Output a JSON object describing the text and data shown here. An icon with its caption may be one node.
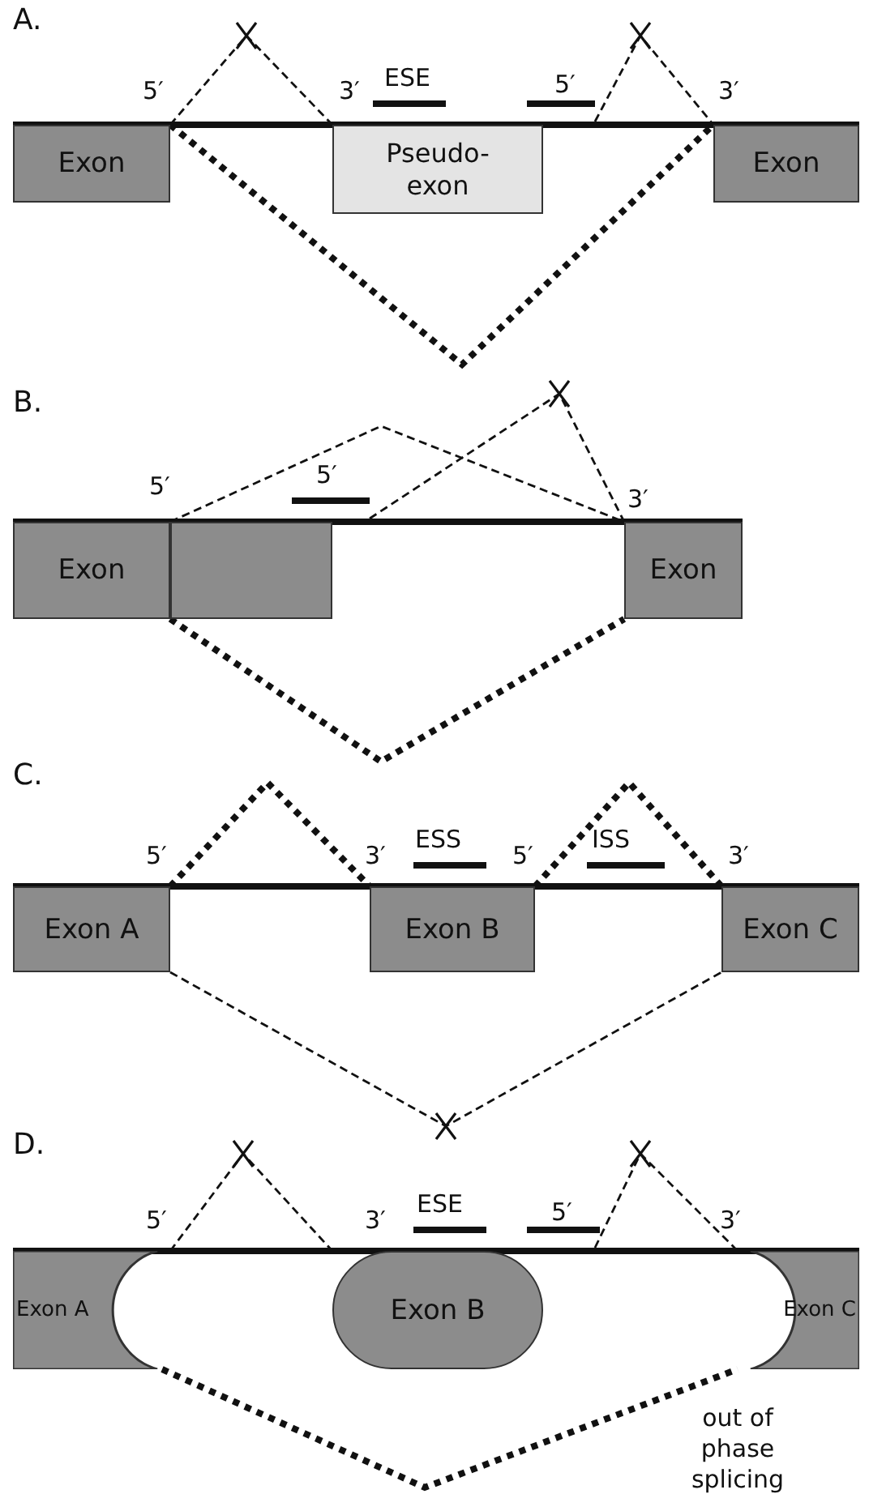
{
  "diagram": {
    "nodes": [
      {
        "text": [
          "Exon"
        ]
      },
      {
        "text": [
          "Pseudo-exon"
        ]
      },
      {
        "text": [
          "Exon"
        ]
      },
      {
        "text": [
          "Exon"
        ]
      },
      {
        "text": [],
        "shape": "box"
      },
      {
        "text": [
          "Exon"
        ]
      },
      {
        "text": [
          "Exon A"
        ]
      },
      {
        "text": [
          "Exon B"
        ]
      },
      {
        "text": [
          "Exon C"
        ]
      },
      {
        "text": [
          "Exon A"
        ]
      },
      {
        "text": [
          "Exon B"
        ]
      },
      {
        "text": [
          "Exon C"
        ]
      }
    ],
    "edges": [
      {
        "from": 0,
        "to": 1,
        "arrow": "none",
        "style": "dashed"
      },
      {
        "from": null,
        "to": 2,
        "arrow": "none",
        "style": "dashed"
      },
      {
        "from": 0,
        "to": 2,
        "arrow": "none",
        "style": "dashed"
      },
      {
        "from": 3,
        "to": 5,
        "arrow": "none",
        "style": "dashed"
      },
      {
        "from": null,
        "to": 5,
        "arrow": "none",
        "style": "dashed"
      },
      {
        "from": 4,
        "to": 5,
        "arrow": "none",
        "style": "dashed"
      },
      {
        "from": 6,
        "to": 7,
        "arrow": "none",
        "style": "dashed"
      },
      {
        "from": 7,
        "to": 8,
        "arrow": "none",
        "style": "dashed"
      },
      {
        "from": 6,
        "to": 8,
        "arrow": "none",
        "style": "dashed"
      },
      {
        "from": 9,
        "to": 10,
        "arrow": "none",
        "style": "dashed"
      },
      {
        "from": null,
        "to": 11,
        "arrow": "none",
        "style": "dashed"
      },
      {
        "from": 9,
        "to": 11,
        "arrow": "none",
        "style": "dashed",
        "label": "out of phase splicing"
      },
      {
        "from": 0,
        "to": 2,
        "arrow": "none"
      },
      {
        "from": 3,
        "to": 5,
        "arrow": "none"
      },
      {
        "from": 6,
        "to": 8,
        "arrow": "none"
      },
      {
        "from": 9,
        "to": 11,
        "arrow": "none"
      }
    ],
    "labels": [
      "A.",
      "5′",
      "3′",
      "ESE",
      "5′",
      "3′",
      "B.",
      "5′",
      "5′",
      "3′",
      "C.",
      "5′",
      "3′",
      "ESS",
      "5′",
      "ISS",
      "3′",
      "D.",
      "5′",
      "3′",
      "ESE",
      "5′",
      "3′"
    ]
  }
}
